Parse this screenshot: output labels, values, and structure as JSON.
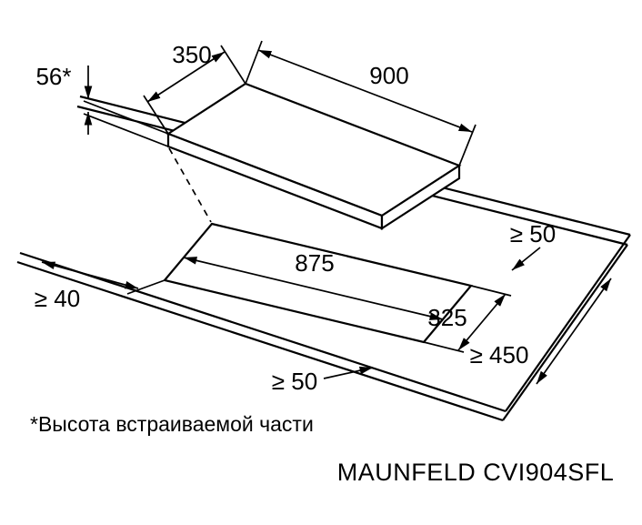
{
  "title": "MAUNFELD CVI904SFL",
  "footnote": "*Высота встраиваемой части",
  "colors": {
    "line": "#000000",
    "background": "#ffffff"
  },
  "dimensions": {
    "hob_height": "56*",
    "hob_depth": "350",
    "hob_width": "900",
    "cutout_width": "875",
    "cutout_depth": "325",
    "side_clearance": "≥ 40",
    "rear_clearance": "≥ 50",
    "front_clearance": "≥ 50",
    "worktop_depth": "≥ 450"
  }
}
